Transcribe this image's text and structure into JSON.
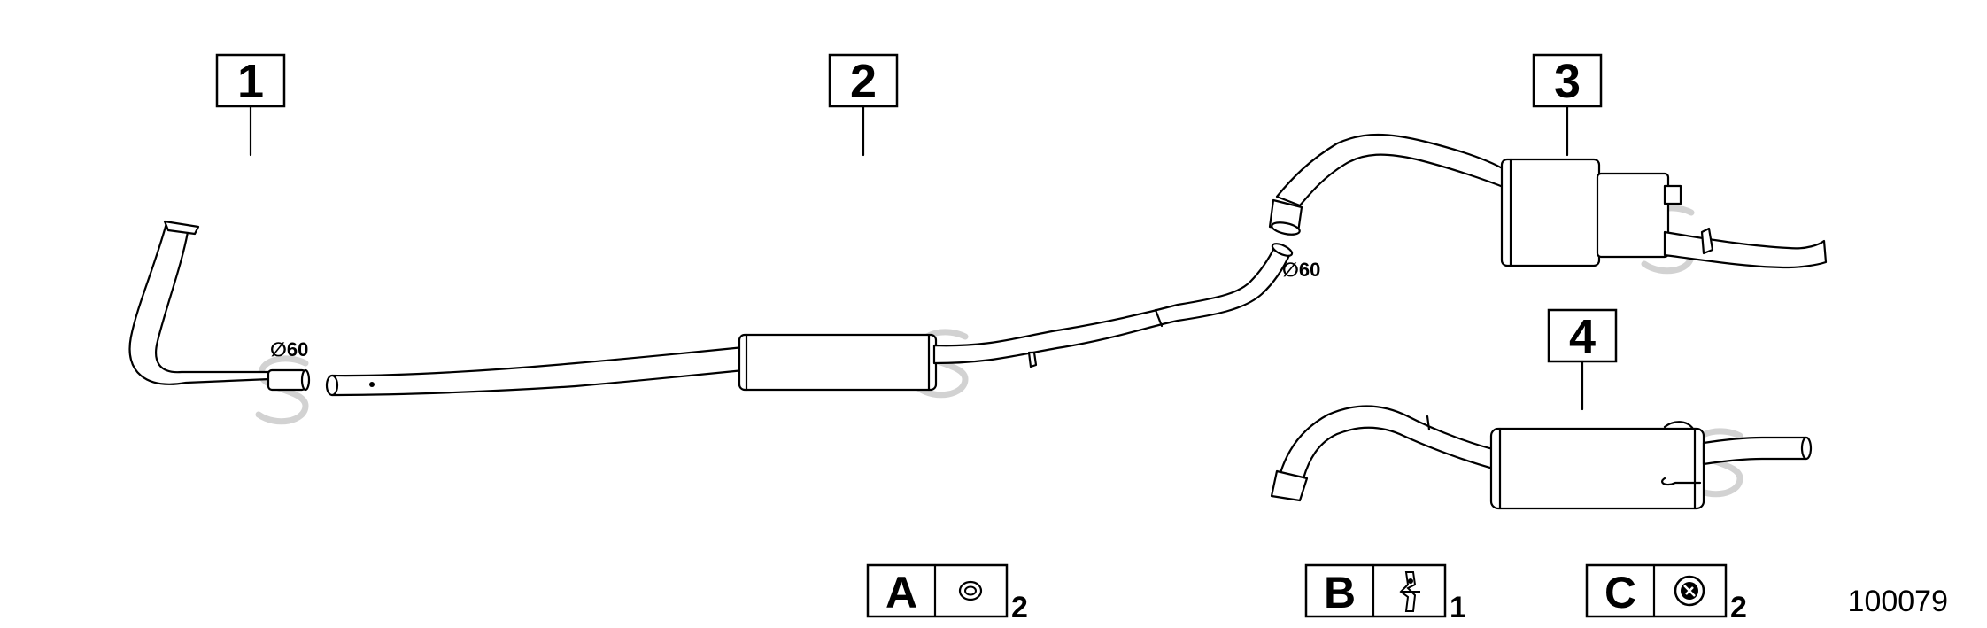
{
  "callouts": [
    {
      "number": "1",
      "name": "front pipe"
    },
    {
      "number": "2",
      "name": "center pipe with front silencer"
    },
    {
      "number": "3",
      "name": "rear silencer"
    },
    {
      "number": "4",
      "name": "rear silencer"
    }
  ],
  "diameter_labels": [
    "∅60",
    "∅60"
  ],
  "legend": [
    {
      "letter": "A",
      "icon": "sealing-ring-icon",
      "quantity": "2"
    },
    {
      "letter": "B",
      "icon": "clamp-icon",
      "quantity": "1"
    },
    {
      "letter": "C",
      "icon": "rubber-mount-icon",
      "quantity": "2"
    }
  ],
  "reference_number": "100079",
  "colors": {
    "line": "#000000",
    "background": "#ffffff",
    "watermark": "#d2d2d2"
  }
}
